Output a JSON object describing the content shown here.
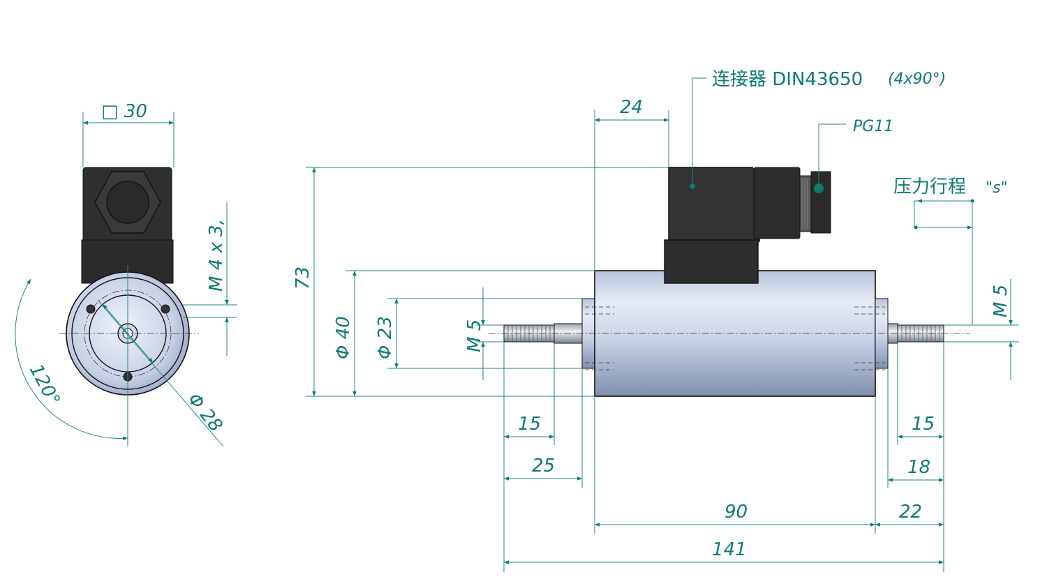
{
  "colors": {
    "dimension": "#0d7a73",
    "connector_body": "#2e2e2e",
    "cylinder_light": "#dfe6f3",
    "cylinder_dark": "#8ea0bd"
  },
  "labels": {
    "connector": "连接器 DIN43650",
    "connector_note": "(4x90°)",
    "gland": "PG11",
    "stroke": "压力行程",
    "stroke_sym": "\"s\""
  },
  "dims": {
    "square": "□ 30",
    "m4": "M 4 x 3,",
    "angle": "120°",
    "dia28": "Φ 28",
    "h73": "73",
    "d40": "Φ 40",
    "d23": "Φ 23",
    "m5_left": "M 5",
    "m5_right": "M 5",
    "w24": "24",
    "w15_left": "15",
    "w25": "25",
    "w90": "90",
    "w141": "141",
    "w15_right": "15",
    "w18": "18",
    "w22": "22"
  }
}
